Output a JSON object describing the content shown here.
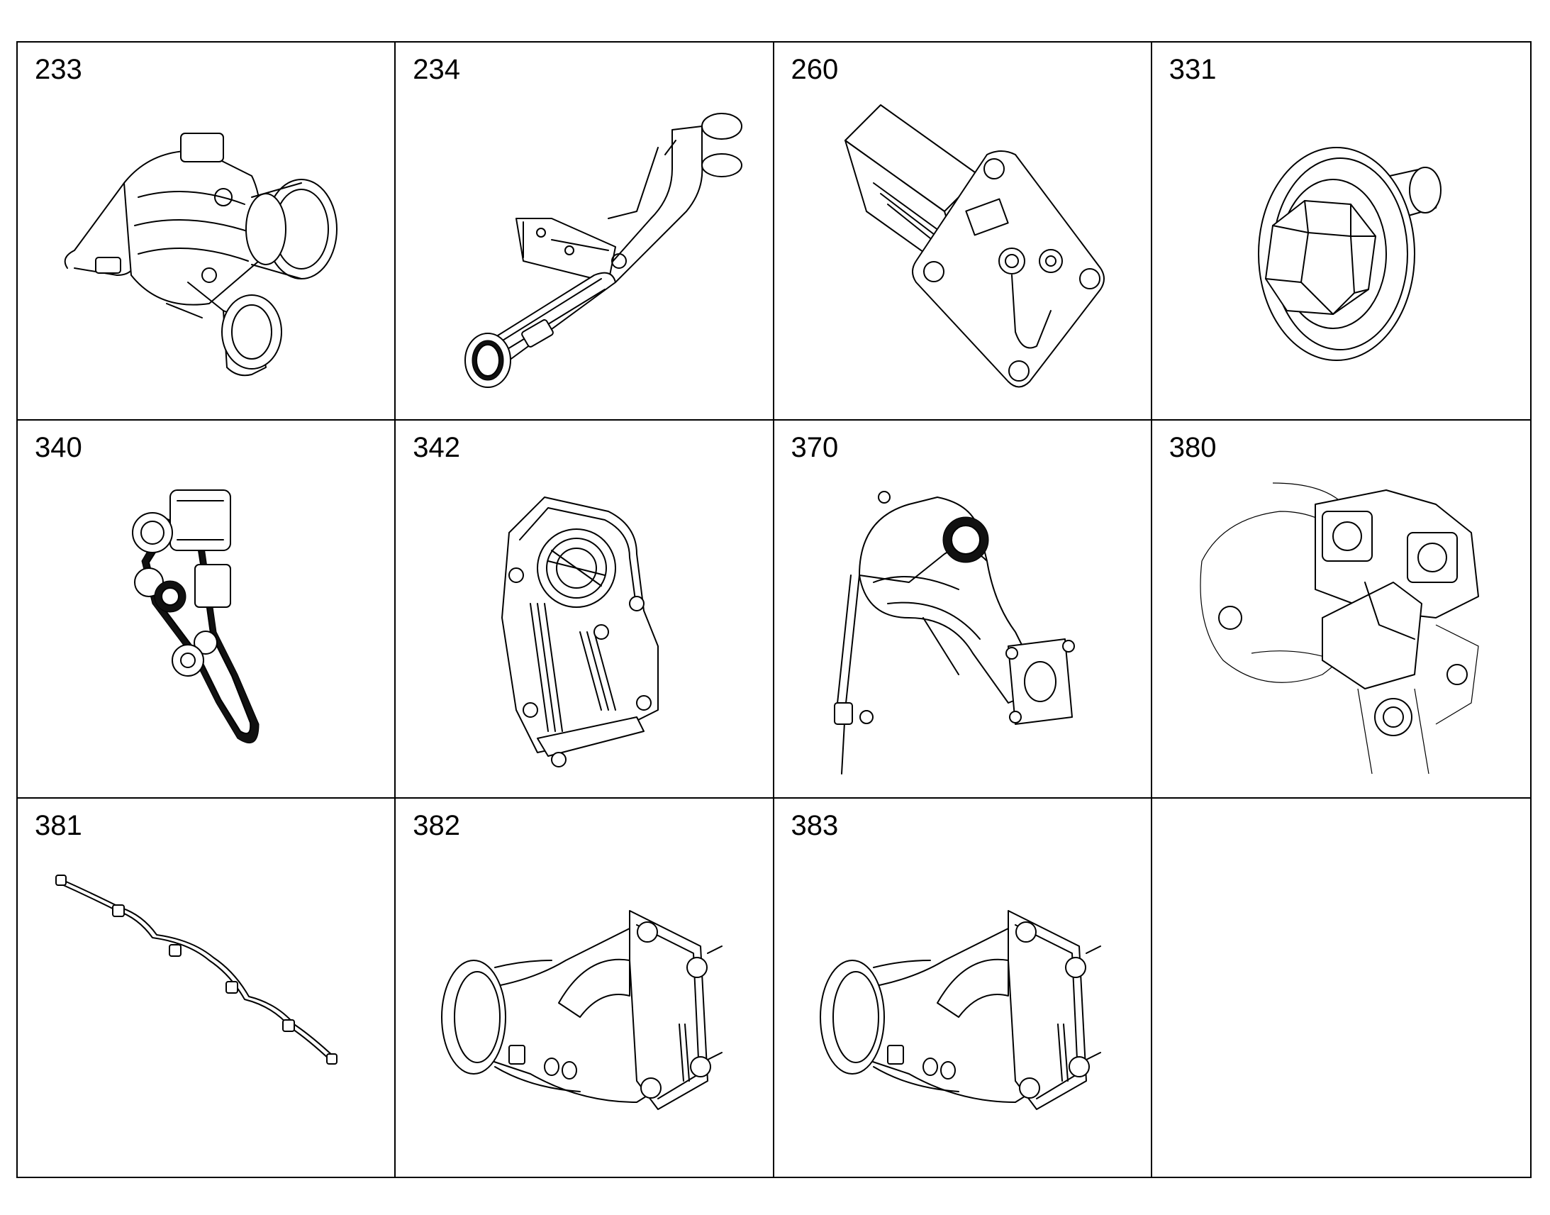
{
  "parts": [
    {
      "number": "233",
      "icon": "air-intake-assembly-icon"
    },
    {
      "number": "234",
      "icon": "intake-pipe-bracket-icon"
    },
    {
      "number": "260",
      "icon": "mounting-plate-icon"
    },
    {
      "number": "331",
      "icon": "flange-bolt-icon"
    },
    {
      "number": "340",
      "icon": "belt-drive-icon"
    },
    {
      "number": "342",
      "icon": "timing-cover-icon"
    },
    {
      "number": "370",
      "icon": "housing-gear-icon"
    },
    {
      "number": "380",
      "icon": "engine-block-icon"
    },
    {
      "number": "381",
      "icon": "wire-harness-icon"
    },
    {
      "number": "382",
      "icon": "elbow-pipe-icon"
    },
    {
      "number": "383",
      "icon": "elbow-pipe-icon"
    },
    {
      "number": "",
      "icon": ""
    }
  ]
}
